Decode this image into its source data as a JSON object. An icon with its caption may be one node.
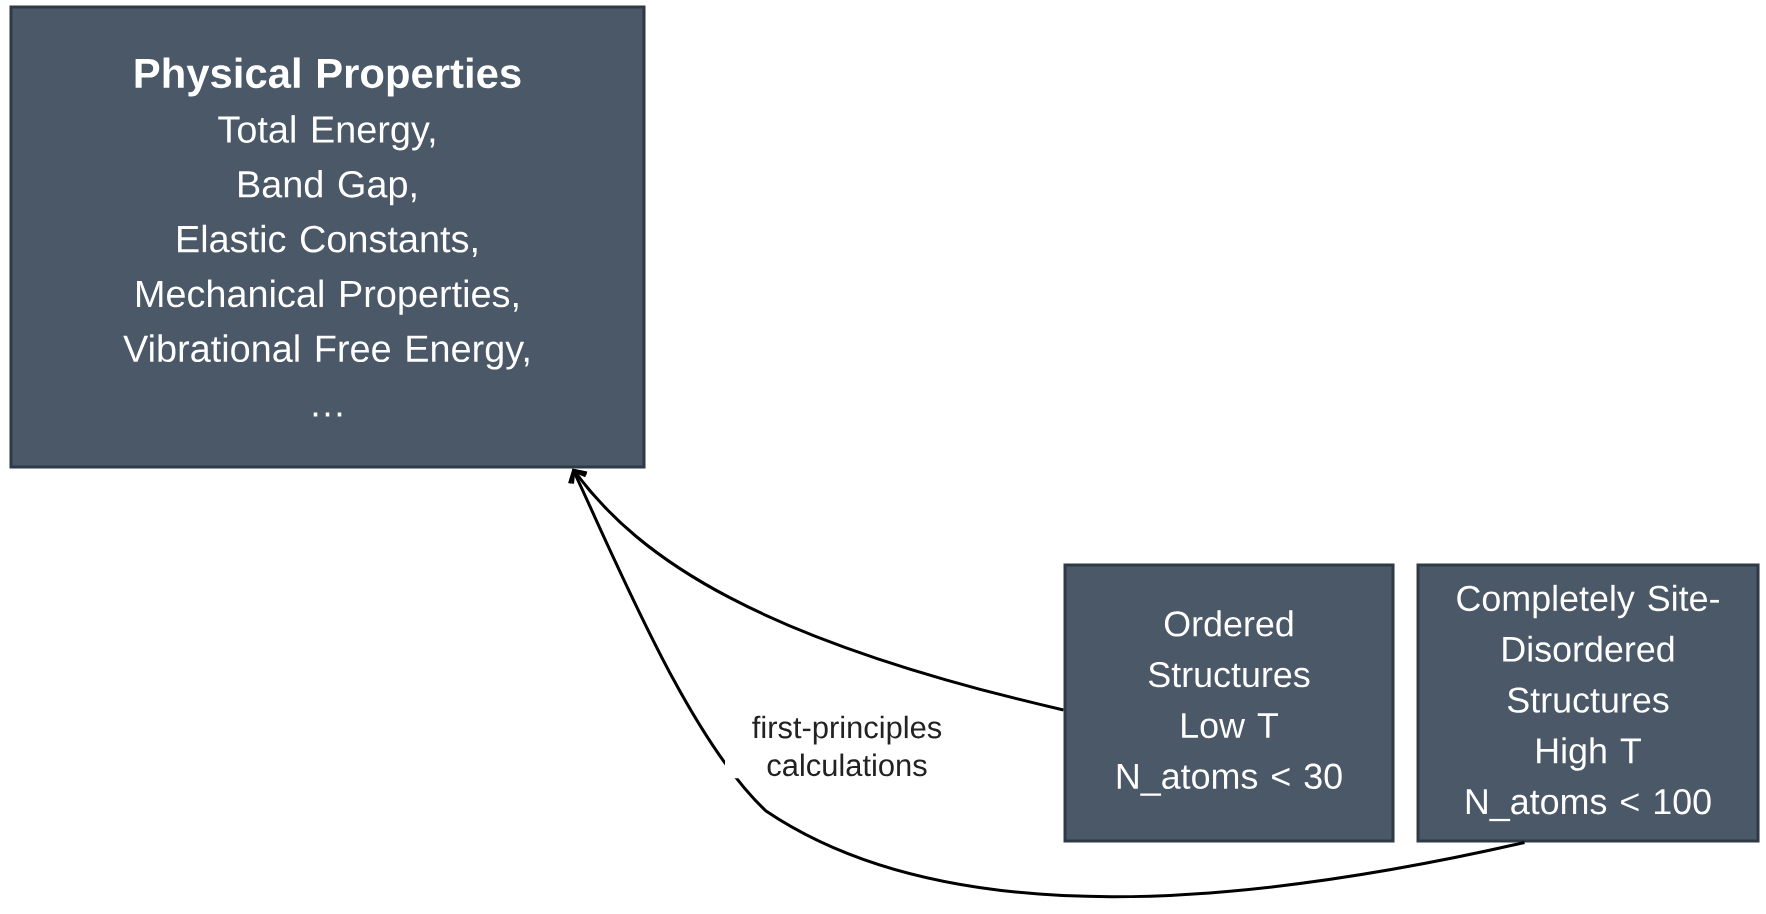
{
  "diagram": {
    "nodes": [
      {
        "text": [
          "Physical Properties",
          "Total Energy,",
          "Band Gap,",
          "Elastic Constants,",
          "Mechanical Properties,",
          "Vibrational Free Energy,",
          "…"
        ]
      },
      {
        "text": [
          "Ordered Structures",
          "Low T",
          "N_atoms < 30"
        ]
      },
      {
        "text": [
          "Completely Site-Disordered Structures",
          "High T",
          "N_atoms < 100"
        ]
      }
    ],
    "edges": [
      {
        "from": 1,
        "to": 0,
        "arrow": "to"
      },
      {
        "from": 2,
        "to": 0,
        "arrow": "to",
        "label": "first-principles calculations"
      }
    ]
  }
}
